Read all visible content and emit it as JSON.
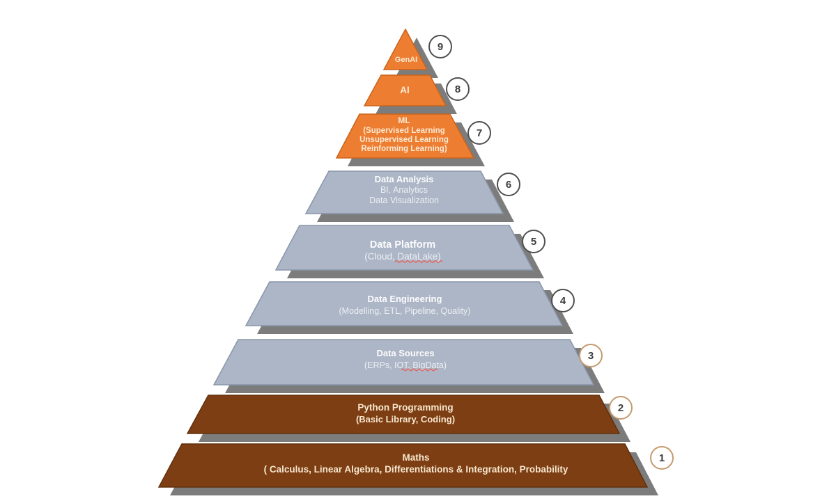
{
  "colors": {
    "brown": "#7C3E12",
    "orange": "#ED7D31",
    "slate": "#ACB6C6",
    "shadow": "#7C7C7C",
    "circle_outline_dark": "#4F4F4F",
    "circle_outline_tan": "#C59A6D",
    "spellcheck_red": "#E8625A"
  },
  "levels": [
    {
      "num": "1",
      "title": "Maths",
      "lines": [
        "( Calculus, Linear Algebra, Differentiations & Integration, Probability"
      ]
    },
    {
      "num": "2",
      "title": "Python Programming",
      "lines": [
        "(Basic Library, Coding)"
      ]
    },
    {
      "num": "3",
      "title": "Data Sources",
      "lines": [
        "(ERPs, IOT, BigData)"
      ]
    },
    {
      "num": "4",
      "title": "Data Engineering",
      "lines": [
        "(Modelling, ETL, Pipeline, Quality)"
      ]
    },
    {
      "num": "5",
      "title": "Data Platform",
      "lines": [
        "(Cloud, DataLake)"
      ]
    },
    {
      "num": "6",
      "title": "Data Analysis",
      "lines": [
        "BI, Analytics",
        "Data Visualization"
      ]
    },
    {
      "num": "7",
      "title": "ML",
      "lines": [
        "(Supervised Learning",
        "Unsupervised Learning",
        "Reinforming Learning)"
      ]
    },
    {
      "num": "8",
      "title": "AI",
      "lines": []
    },
    {
      "num": "9",
      "title": "GenAI",
      "lines": []
    }
  ],
  "spellcheck_underlined_words": [
    "DataLake",
    "BigData"
  ]
}
